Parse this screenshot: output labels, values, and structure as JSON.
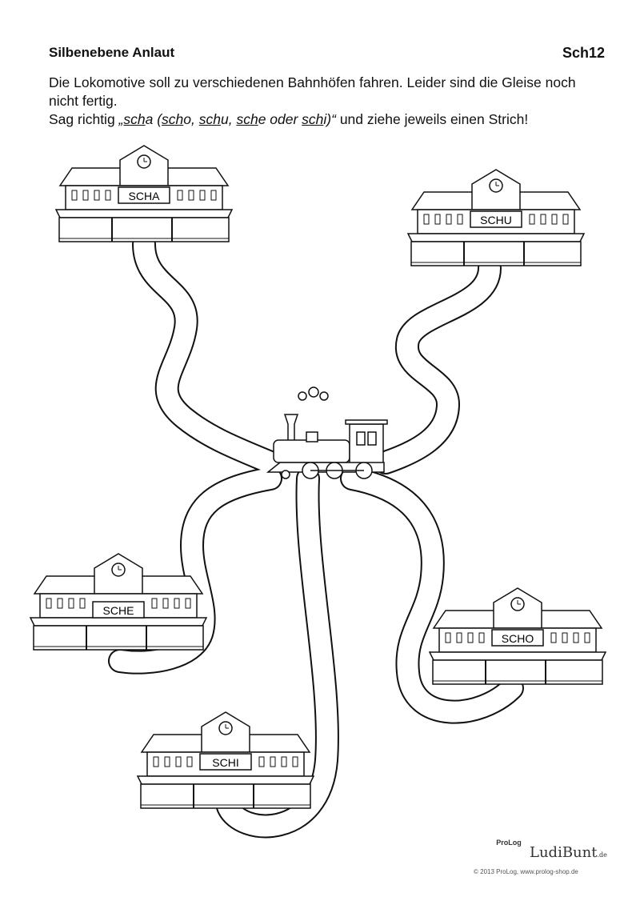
{
  "header": {
    "title": "Silbenebene Anlaut",
    "code": "Sch12"
  },
  "instructions": {
    "line1": "Die Lokomotive soll zu verschiedenen Bahnhöfen fahren. Leider sind die Gleise noch nicht fertig.",
    "line2_prefix": "Sag richtig ",
    "syllables": [
      "„",
      "sch",
      "a (",
      "sch",
      "o, ",
      "sch",
      "u, ",
      "sch",
      "e oder ",
      "sch",
      "i)“"
    ],
    "line2_suffix": " und ziehe jeweils einen Strich!"
  },
  "stations": [
    {
      "id": "scha",
      "label": "SCHA"
    },
    {
      "id": "schu",
      "label": "SCHU"
    },
    {
      "id": "sche",
      "label": "SCHE"
    },
    {
      "id": "scho",
      "label": "SCHO"
    },
    {
      "id": "schi",
      "label": "SCHI"
    }
  ],
  "footer": {
    "logo_prolog": "ProLog",
    "logo_ludibunt": "LudiBunt",
    "logo_ludibunt_suffix": ".de",
    "copyright": "© 2013 ProLog, www.prolog-shop.de"
  }
}
